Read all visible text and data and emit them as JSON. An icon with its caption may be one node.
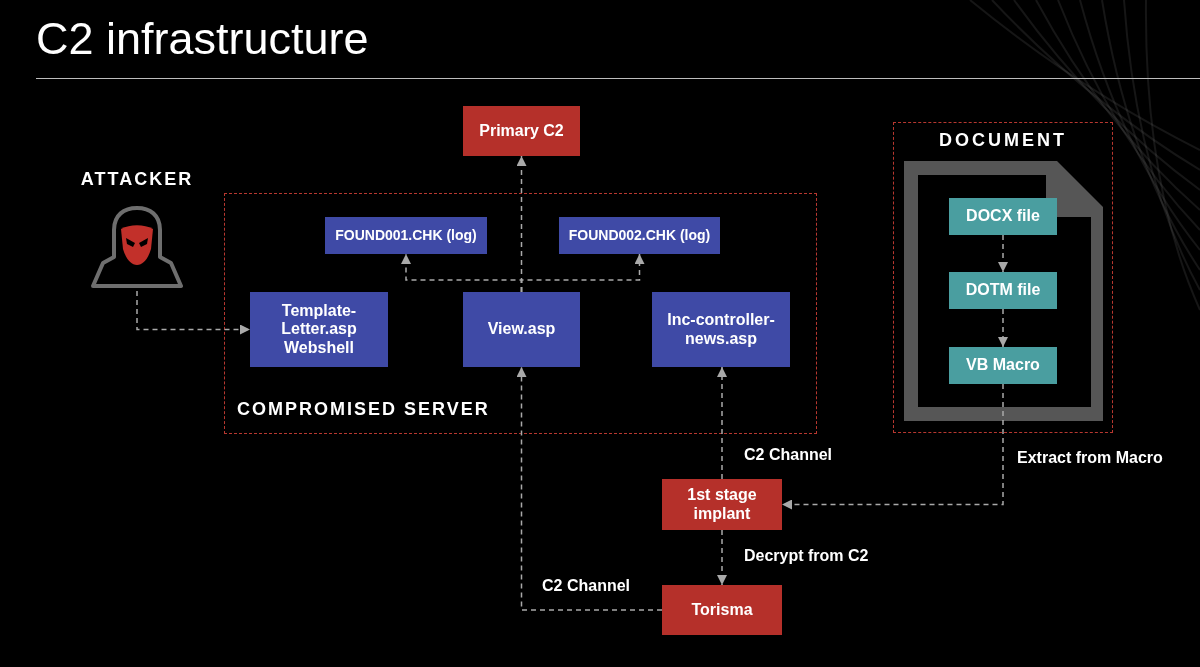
{
  "diagram": {
    "title": "C2 infrastructure",
    "nodes": [
      {
        "text": [
          "Primary C2"
        ]
      },
      {
        "text": [
          "ATTACKER"
        ]
      },
      {
        "text": [
          "COMPROMISED SERVER"
        ]
      },
      {
        "text": [
          "FOUND001.CHK (log)"
        ],
        "in": 2
      },
      {
        "text": [
          "FOUND002.CHK (log)"
        ],
        "in": 2
      },
      {
        "text": [
          "Template-Letter.asp Webshell"
        ],
        "in": 2
      },
      {
        "text": [
          "View.asp"
        ],
        "in": 2
      },
      {
        "text": [
          "Inc-controller-news.asp"
        ],
        "in": 2
      },
      {
        "text": [
          "DOCUMENT"
        ]
      },
      {
        "text": [
          "DOCX file"
        ],
        "in": 8
      },
      {
        "text": [
          "DOTM file"
        ],
        "in": 8
      },
      {
        "text": [
          "VB Macro"
        ],
        "in": 8
      },
      {
        "text": [
          "1st stage implant"
        ]
      },
      {
        "text": [
          "Torisma"
        ]
      }
    ],
    "edges": [
      {
        "from": 1,
        "to": 5,
        "arrow": "to",
        "style": "dashed"
      },
      {
        "from": 6,
        "to": 0,
        "arrow": "to",
        "style": "dashed"
      },
      {
        "from": 6,
        "to": 3,
        "arrow": "to",
        "style": "dashed"
      },
      {
        "from": 6,
        "to": 4,
        "arrow": "to",
        "style": "dashed"
      },
      {
        "from": 12,
        "to": 7,
        "arrow": "to",
        "label": "C2 Channel",
        "style": "dashed"
      },
      {
        "from": 9,
        "to": 10,
        "arrow": "to",
        "style": "dashed"
      },
      {
        "from": 10,
        "to": 11,
        "arrow": "to",
        "style": "dashed"
      },
      {
        "from": 11,
        "to": 12,
        "arrow": "to",
        "label": "Extract from Macro",
        "style": "dashed"
      },
      {
        "from": 12,
        "to": 13,
        "arrow": "to",
        "label": "Decrypt from C2",
        "style": "dashed"
      },
      {
        "from": 13,
        "to": 6,
        "arrow": "to",
        "label": "C2 Channel",
        "style": "dashed"
      }
    ]
  }
}
